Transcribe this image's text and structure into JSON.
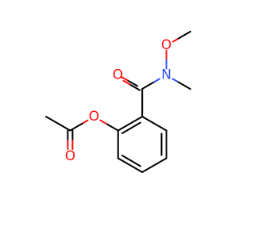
{
  "molecule": {
    "atoms": {
      "ester_o": "O",
      "carbonyl_o_ester": "O",
      "carbonyl_o_amide": "O",
      "amide_n": "N",
      "methoxy_o": "O"
    },
    "colors": {
      "bond": "#000000",
      "oxygen": "#ff0d0d",
      "nitrogen": "#3050f8",
      "background": "#ffffff"
    }
  }
}
